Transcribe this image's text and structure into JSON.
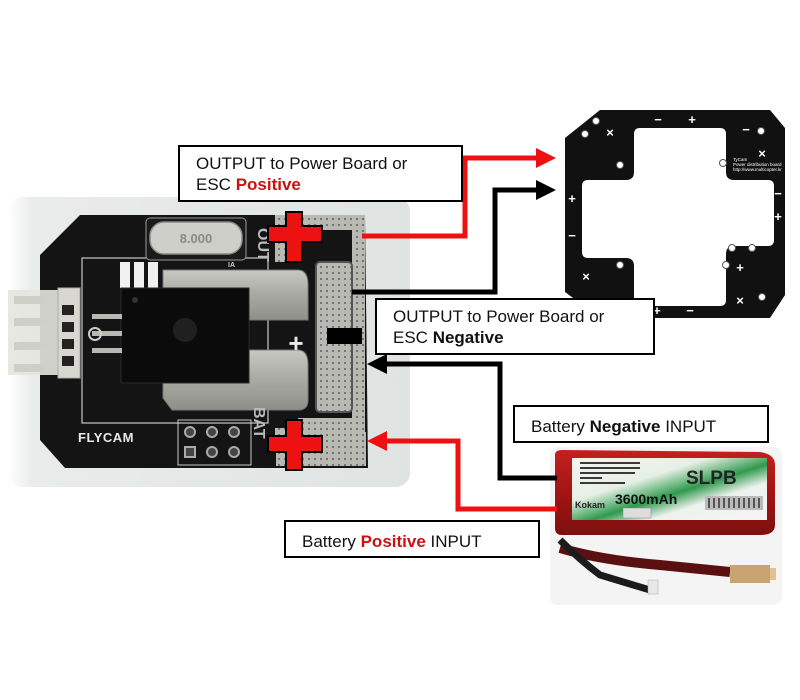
{
  "diagram": {
    "title": "Current sensor wiring diagram",
    "labels": {
      "output_positive": {
        "line1": "OUTPUT to Power Board or",
        "line2_prefix": "ESC ",
        "line2_emph": "Positive"
      },
      "output_negative": {
        "line1": "OUTPUT to Power Board or",
        "line2_prefix": "ESC ",
        "line2_emph": "Negative"
      },
      "battery_negative": {
        "prefix": "Battery ",
        "emph": "Negative",
        "suffix": " INPUT"
      },
      "battery_positive": {
        "prefix": "Battery ",
        "emph": "Positive",
        "suffix": " INPUT"
      }
    },
    "sensor_board": {
      "brand": "FLYCAM",
      "crystal": "8.000",
      "out_silk": "OUT",
      "bat_silk": "BAT",
      "chip_mark": "IA",
      "plus_symbol": "+",
      "minus_symbol": "−"
    },
    "power_board": {
      "silk_lines": [
        "TyCam",
        "Power distribution board",
        "http://www.multicopter.kr"
      ],
      "symbols": [
        "−",
        "+",
        "×",
        "+",
        "−",
        "+",
        "−",
        "+",
        "×",
        "×",
        "×",
        "+",
        "−",
        "−"
      ]
    },
    "battery": {
      "brand": "Kokam",
      "type": "SLPB",
      "capacity": "3600mAh"
    },
    "colors": {
      "positive": "#ee1111",
      "negative": "#000000",
      "pcb": "#141414",
      "battery_red": "#b81818"
    }
  }
}
